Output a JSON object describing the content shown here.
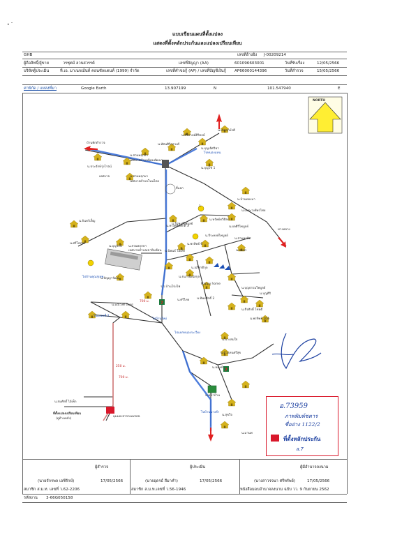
{
  "doc": {
    "title": "แบบเขียนแผนที่ตั้งแปลง",
    "subtitle": "แสดงที่ตั้งหลักประกันและแปลงเปรียบเทียบ",
    "bank": "GHB",
    "ref_label": "เลขที่อ้างอิง",
    "ref_value": "J-00209214",
    "owner_label": "ผู้ถือสิทธิ์/ผู้ขาย",
    "owner_value": "วรชุตม์ ลวนสวรรค์",
    "loan_label": "เลขที่สัญญา (AA)",
    "loan_value": "601096603001",
    "receive_label": "วันที่รับเรื่อง",
    "receive_value": "12/05/2566",
    "appraiser_co_label": "บริษัทผู้ประเมิน",
    "appraiser_co_value": "ที.เอ. มาเนจเม้นท์ คอนซัลแตนท์ (1999) จำกัด",
    "ap_label": "เลขที่คำขอกู้ (AP) / เลขที่บัญชีเงินกู้",
    "ap_value": "AP66000144396",
    "survey_label": "วันที่สำรวจ",
    "survey_value": "15/05/2566",
    "coord_label": "ค่าพิกัด / แหล่งที่มา",
    "coord_source": "Google Earth",
    "lat": "13.907199",
    "lat_unit": "N",
    "lon": "101.547940",
    "lon_unit": "E"
  },
  "map": {
    "north_label": "NORTH",
    "pin_number": "1",
    "labels": [
      "น.ศิริลาภค์ศิริพงษ์",
      "บ้านพักตำรวจ",
      "น.ทัศนศิริกุลวงศ์",
      "น.บุญเลิศวิชา",
      "น.เลิศฤกษ์วดี",
      "น.สวนพฤกษา",
      "เทศบาลตำบลนิคมพัฒนา",
      "น.ประจักษ์รุ่งโรจน์",
      "เทศบาล",
      "น.บุญโช 1",
      "น.สวนพฤกษา",
      "เทศบาลตำบลโนนไทย",
      "น.บ้านทองมา",
      "สี่แยก",
      "น.เตชะวงศ์พรไชย",
      "น.จิรพงศ์ไพบูลย์",
      "น.ทรัพย์ทวีศิลป์",
      "น.จันทร์เพ็ญ",
      "น.ทรงพลิตศักดิ์ 3",
      "น.ผลศิริไพบูลย์",
      "น.จีระพงษ์ไพบูลย์",
      "น.สามพรพิศ",
      "น.ศรีโสภณ",
      "น.สวนพฤกษา",
      "เทศบาลตำบลเขาหินซ้อน",
      "น.บุญรักษ์",
      "น.พรทิพย์ 6",
      "น.สมพร",
      "น.นิพนธ์ ไอ้เพ็ก",
      "Happy home",
      "น.ปัญญาวัฒน์",
      "ไปบ้านคุณสุเทพ",
      "น.อภิชาติกุล",
      "น.ธนาวัฒน์สกุล",
      "ร.ร.บ้านโป่งไฟ",
      "น.บุญศิริ",
      "น.ทิพยศักดิ์ 2",
      "น.บุญธรรมไพบูลย์",
      "น.ธีรศักดิ์ โชคดี",
      "น.ศรีไทย",
      "ไปบ้านใหม่",
      "ไปแปลงที่ 2",
      "น.พรทิพย์ 204",
      "น.มณีวงศ์ จันทร",
      "ไปแยกหนองระเวียง",
      "น.นางสมใจ",
      "น.ทองคำ",
      "น.ตัวแทนศรีสุข",
      "น.มานพ",
      "น.สุขใจ",
      "น.หน้าบ้าน",
      "น.สมศักดิ์ ไอ้เพ็ก",
      "ที่ตั้งแปลงเปรียบเทียบ",
      "(ดูด้านหลัง)",
      "มุมมองจากถนนรพช.",
      "ไปบ้านนางคำ",
      "ทางหลวง",
      "ไปหนองแหน"
    ],
    "road_distance": "700 ม.",
    "road_distance_2": "250 ม.",
    "road_distance_3": "700 ม."
  },
  "handwritten_box": {
    "line1": "อ.73959",
    "line2": "ภาพพิมพ์ชตาร",
    "line3": "ชื่ออ่าง 1122/2",
    "legend_text": "ที่ตั้งหลักประกัน",
    "signature_word": "ล.7"
  },
  "footer": {
    "col1_role": "ผู้สำรวจ",
    "col1_name": "(นายจักรพล เอชีรักษ์)",
    "col1_date": "17/05/2566",
    "col1_license": "สมาชิก ส.ม.ท. เลขที่ ว.62-2206",
    "col2_role": "ผู้ประเมิน",
    "col2_name": "(นายอุดรธ์ สีมาคำ)",
    "col2_date": "17/05/2566",
    "col2_license": "สมาชิก ส.ม.ท.เลขที่ ว.56-1946",
    "col3_role": "ผู้มีอำนาจลงนาม",
    "col3_name": "(นางสาวรจนา ศรีทรัพย์)",
    "col3_date": "17/05/2566",
    "col3_license": "หนังสือมอบอำนาจลงนาม ฉบับ วว. 9 กันยายน 2562",
    "code_label": "รหัสงาน",
    "code_value": "3-66G050158"
  },
  "colors": {
    "red_box": "#d9182b",
    "road_blue": "#3a6fd8",
    "map_line": "#333333",
    "house_yellow": "#d5b21c",
    "north_yellow": "#ffee33",
    "red_arrow": "#e02020"
  }
}
